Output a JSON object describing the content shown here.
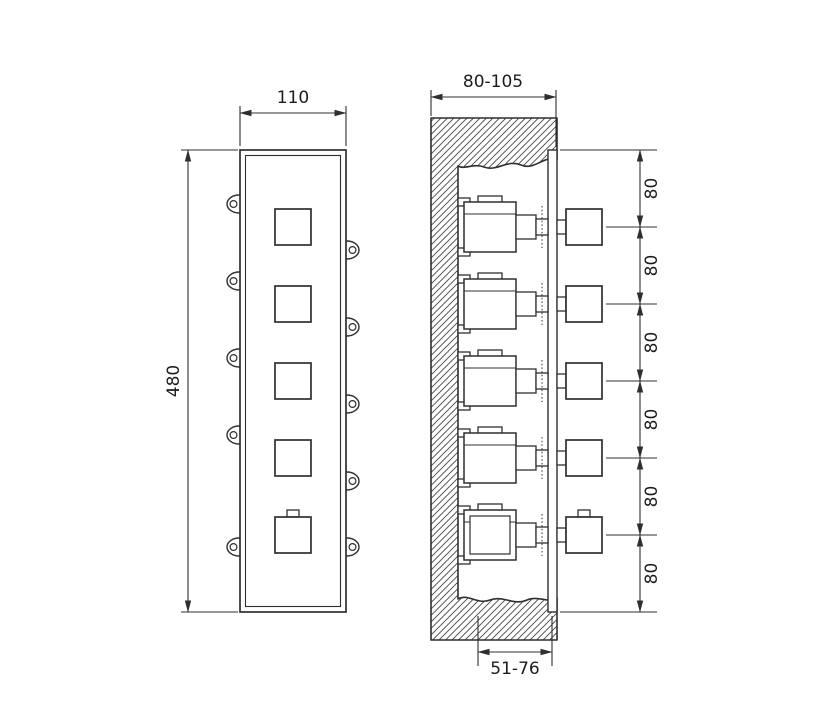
{
  "drawing": {
    "line_color": "#2f2f2f",
    "background_color": "#ffffff",
    "front_view": {
      "width_dim": "110",
      "height_dim": "480"
    },
    "section_view": {
      "depth_dim": "80-105",
      "spacing_dims": [
        "80",
        "80",
        "80",
        "80",
        "80",
        "80"
      ],
      "inset_dim": "51-76"
    }
  }
}
